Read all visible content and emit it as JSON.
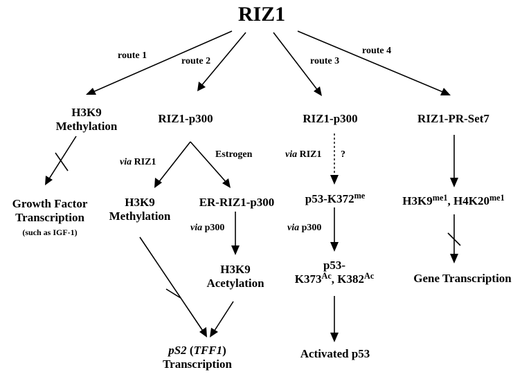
{
  "root": "RIZ1",
  "routes": {
    "r1": "route 1",
    "r2": "route 2",
    "r3": "route 3",
    "r4": "route 4"
  },
  "route1": {
    "node_line1": "H3K9",
    "node_line2": "Methylation",
    "target_line1": "Growth Factor",
    "target_line2": "Transcription",
    "target_note": "(such as IGF-1)"
  },
  "route2": {
    "node": "RIZ1-p300",
    "via_italic": "via",
    "via_rest": " RIZ1",
    "estrogen": "Estrogen",
    "left_line1": "H3K9",
    "left_line2": "Methylation",
    "right_node": "ER-RIZ1-p300",
    "via2_italic": "via",
    "via2_rest": " p300",
    "acet_line1": "H3K9",
    "acet_line2": "Acetylation",
    "target_gene": "pS2",
    "target_paren_open": " (",
    "target_gene2": "TFF1",
    "target_paren_close": ")",
    "target_line2": "Transcription"
  },
  "route3": {
    "node": "RIZ1-p300",
    "via_italic": "via",
    "via_rest": " RIZ1",
    "question": "?",
    "p53_base": "p53-K372",
    "p53_sup": "me",
    "via2_italic": "via",
    "via2_rest": " p300",
    "acp_line1": "p53-",
    "acp_a": "K373",
    "acp_a_sup": "Ac",
    "acp_sep": ", K382",
    "acp_b_sup": "Ac",
    "final": "Activated p53"
  },
  "route4": {
    "node": "RIZ1-PR-Set7",
    "m_a": "H3K9",
    "m_a_sup": "me1",
    "m_sep": ", H4K20",
    "m_b_sup": "me1",
    "target": "Gene Transcription"
  }
}
